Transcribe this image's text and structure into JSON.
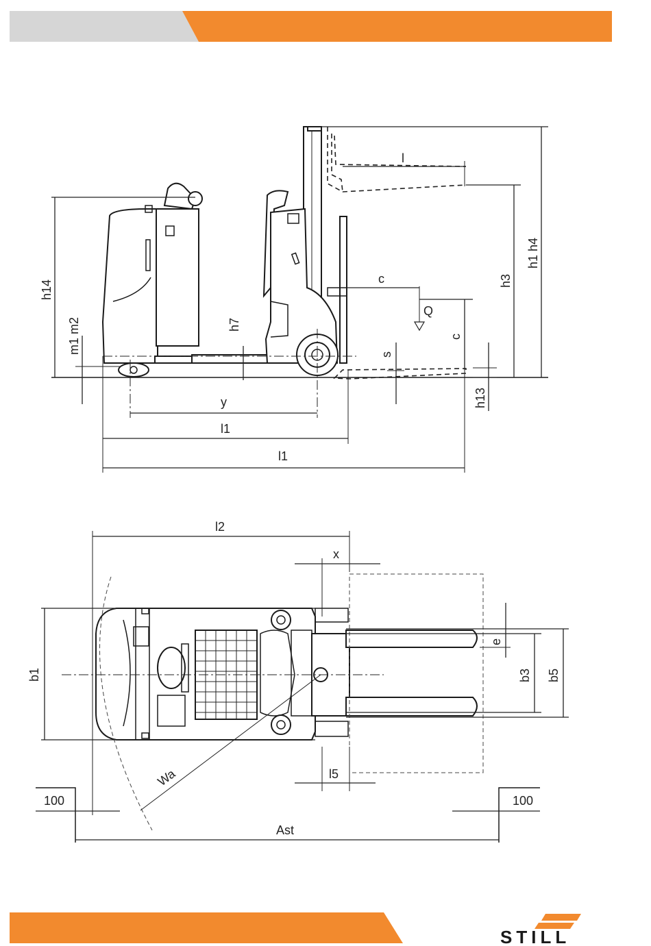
{
  "header": {
    "gray_color": "#d6d6d6",
    "orange_color": "#f28a2e"
  },
  "footer": {
    "orange_color": "#f28a2e"
  },
  "brand": {
    "name": "STILL",
    "logo_color": "#f28a2e"
  },
  "side_view": {
    "labels": {
      "l_fork": "l",
      "c_top": "c",
      "Q": "Q",
      "c_side": "c",
      "s": "s",
      "h13": "h13",
      "h3": "h3",
      "h1h4": "h1 h4",
      "h14": "h14",
      "m1m2": "m1 m2",
      "h7": "h7",
      "y": "y",
      "l1_upper": "l1",
      "l1_lower": "l1"
    }
  },
  "top_view": {
    "labels": {
      "l2": "l2",
      "x": "x",
      "b1": "b1",
      "e": "e",
      "b3": "b3",
      "b5": "b5",
      "Wa": "Wa",
      "l5": "l5",
      "left_clearance": "100",
      "right_clearance": "100",
      "Ast": "Ast"
    }
  }
}
